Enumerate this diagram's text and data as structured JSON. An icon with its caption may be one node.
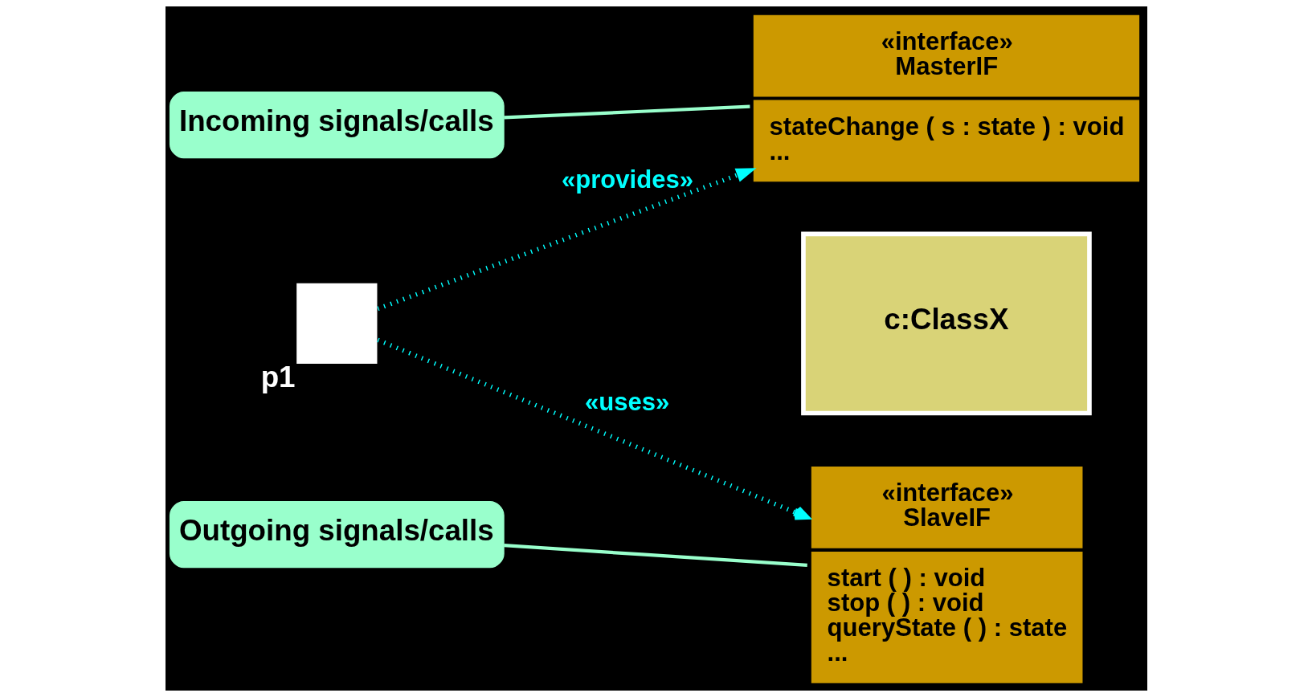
{
  "diagram": {
    "nodes": [
      {
        "text": [
          "«interface»",
          "MasterIF",
          "stateChange ( s : state ) : void",
          "..."
        ]
      },
      {
        "text": [
          "«interface»",
          "SlaveIF",
          "start ( ) : void",
          "stop ( ) : void",
          "queryState ( ) : state",
          "..."
        ]
      },
      {
        "text": [
          "c:ClassX"
        ]
      },
      {
        "text": [],
        "shape": "box",
        "beside": [
          "p1"
        ]
      },
      {
        "text": [
          "Incoming signals/calls"
        ]
      },
      {
        "text": [
          "Outgoing signals/calls"
        ]
      }
    ],
    "edges": [
      {
        "from": 3,
        "to": 0,
        "arrow": "to",
        "label": "«provides»",
        "style": "dashed",
        "color": "#00ffff"
      },
      {
        "from": 3,
        "to": 1,
        "arrow": "to",
        "label": "«uses»",
        "style": "dashed",
        "color": "#00ffff"
      },
      {
        "from": 4,
        "to": 0,
        "arrow": "none",
        "color": "#99ffcc"
      },
      {
        "from": 5,
        "to": 1,
        "arrow": "none",
        "color": "#99ffcc"
      }
    ]
  }
}
